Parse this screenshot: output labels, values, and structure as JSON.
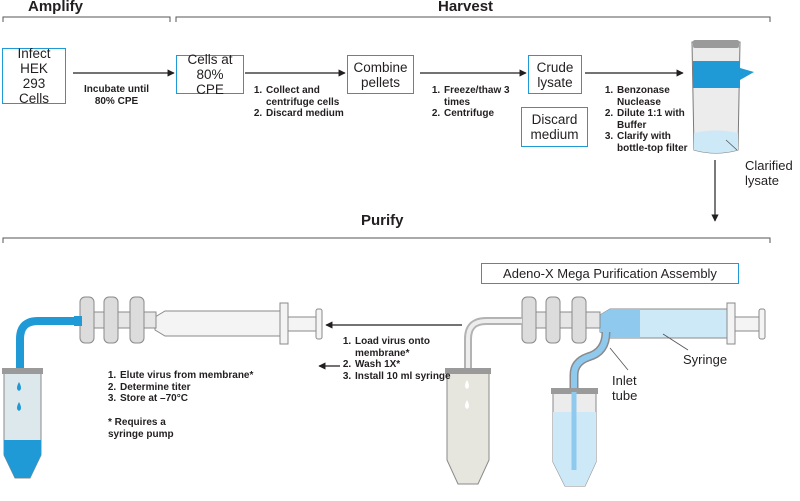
{
  "sections": {
    "amplify": "Amplify",
    "harvest": "Harvest",
    "purify": "Purify"
  },
  "boxes": {
    "infect": "Infect\nHEK 293\nCells",
    "cells_cpe": "Cells at\n80% CPE",
    "combine": "Combine\npellets",
    "crude": "Crude\nlysate",
    "discard": "Discard\nmedium",
    "assembly": "Adeno-X Mega Purification Assembly"
  },
  "captions": {
    "incubate": "Incubate until\n80% CPE"
  },
  "steps": {
    "collect": [
      "Collect and centrifuge cells",
      "Discard medium"
    ],
    "freeze": [
      "Freeze/thaw 3 times",
      "Centrifuge"
    ],
    "benzonase": [
      "Benzonase Nuclease",
      "Dilute 1:1 with Buffer",
      "Clarify with bottle-top filter"
    ],
    "load": [
      "Load virus onto membrane*",
      "Wash 1X*",
      "Install 10 ml syringe"
    ],
    "elute": [
      "Elute virus from membrane*",
      "Determine titer",
      "Store at –70°C"
    ]
  },
  "footnote": "* Requires a\n   syringe pump",
  "labels": {
    "clarified": "Clarified\nlysate",
    "syringe": "Syringe",
    "inlet": "Inlet\ntube"
  },
  "colors": {
    "accent": "#1f9ad6",
    "light_blue": "#cde9f8",
    "gray": "#b3b3b3",
    "dark_gray": "#8a8a8a",
    "fluid": "#e6e6df"
  }
}
